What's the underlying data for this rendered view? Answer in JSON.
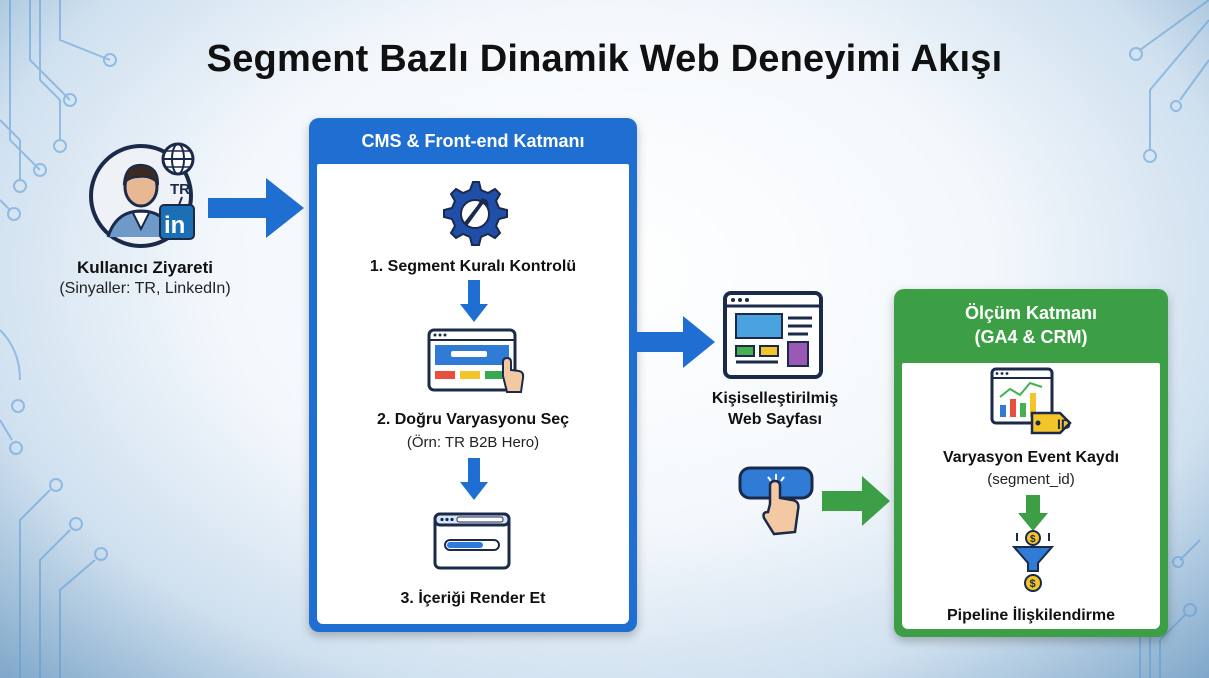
{
  "title": "Segment Bazlı Dinamik Web Deneyimi Akışı",
  "user": {
    "title": "Kullanıcı Ziyareti",
    "subtitle": "(Sinyaller: TR, LinkedIn)",
    "country_badge": "TR",
    "linkedin_badge": "in"
  },
  "cms_panel": {
    "header": "CMS & Front-end Katmanı",
    "steps": [
      {
        "label": "1. Segment Kuralı Kontrolü",
        "icon": "gear-wrench-icon"
      },
      {
        "label": "2. Doğru Varyasyonu Seç",
        "sublabel": "(Örn: TR B2B Hero)",
        "icon": "browser-variation-icon"
      },
      {
        "label": "3. İçeriği Render Et",
        "icon": "browser-loading-icon"
      }
    ]
  },
  "personalized_page": {
    "label_line1": "Kişiselleştirilmiş",
    "label_line2": "Web Sayfası"
  },
  "measurement_panel": {
    "header_line1": "Ölçüm Katmanı",
    "header_line2": "(GA4 & CRM)",
    "event_label": "Varyasyon Event Kaydı",
    "event_sublabel": "(segment_id)",
    "id_tag": "ID",
    "pipeline_label": "Pipeline İlişkilendirme"
  },
  "colors": {
    "blue": "#1f6fd2",
    "green": "#3d9f45",
    "dark_navy": "#1b2a4a"
  }
}
